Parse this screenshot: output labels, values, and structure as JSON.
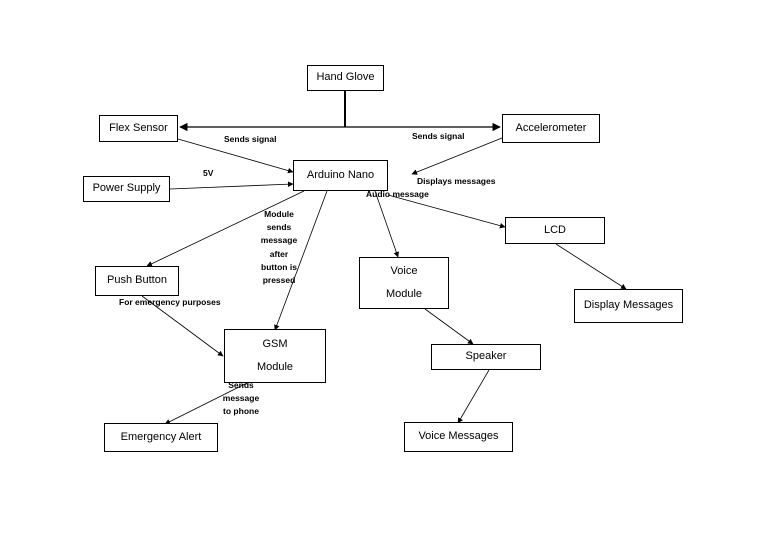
{
  "nodes": {
    "hand_glove": "Hand Glove",
    "flex_sensor": "Flex Sensor",
    "accelerometer": "Accelerometer",
    "arduino_nano": "Arduino Nano",
    "power_supply": "Power Supply",
    "lcd": "LCD",
    "display_messages": "Display Messages",
    "push_button": "Push Button",
    "voice_module": "Voice Module",
    "gsm_module": "GSM Module",
    "speaker": "Speaker",
    "emergency_alert": "Emergency Alert",
    "voice_messages": "Voice Messages"
  },
  "labels": {
    "sends_signal_left": "Sends signal",
    "sends_signal_right": "Sends signal",
    "five_v": "5V",
    "displays_messages": "Displays messages",
    "audio_message": "Audio message",
    "module_sends": "Module sends message after button is pressed",
    "for_emergency": "For emergency purposes",
    "sends_to_phone": "Sends message to phone"
  }
}
